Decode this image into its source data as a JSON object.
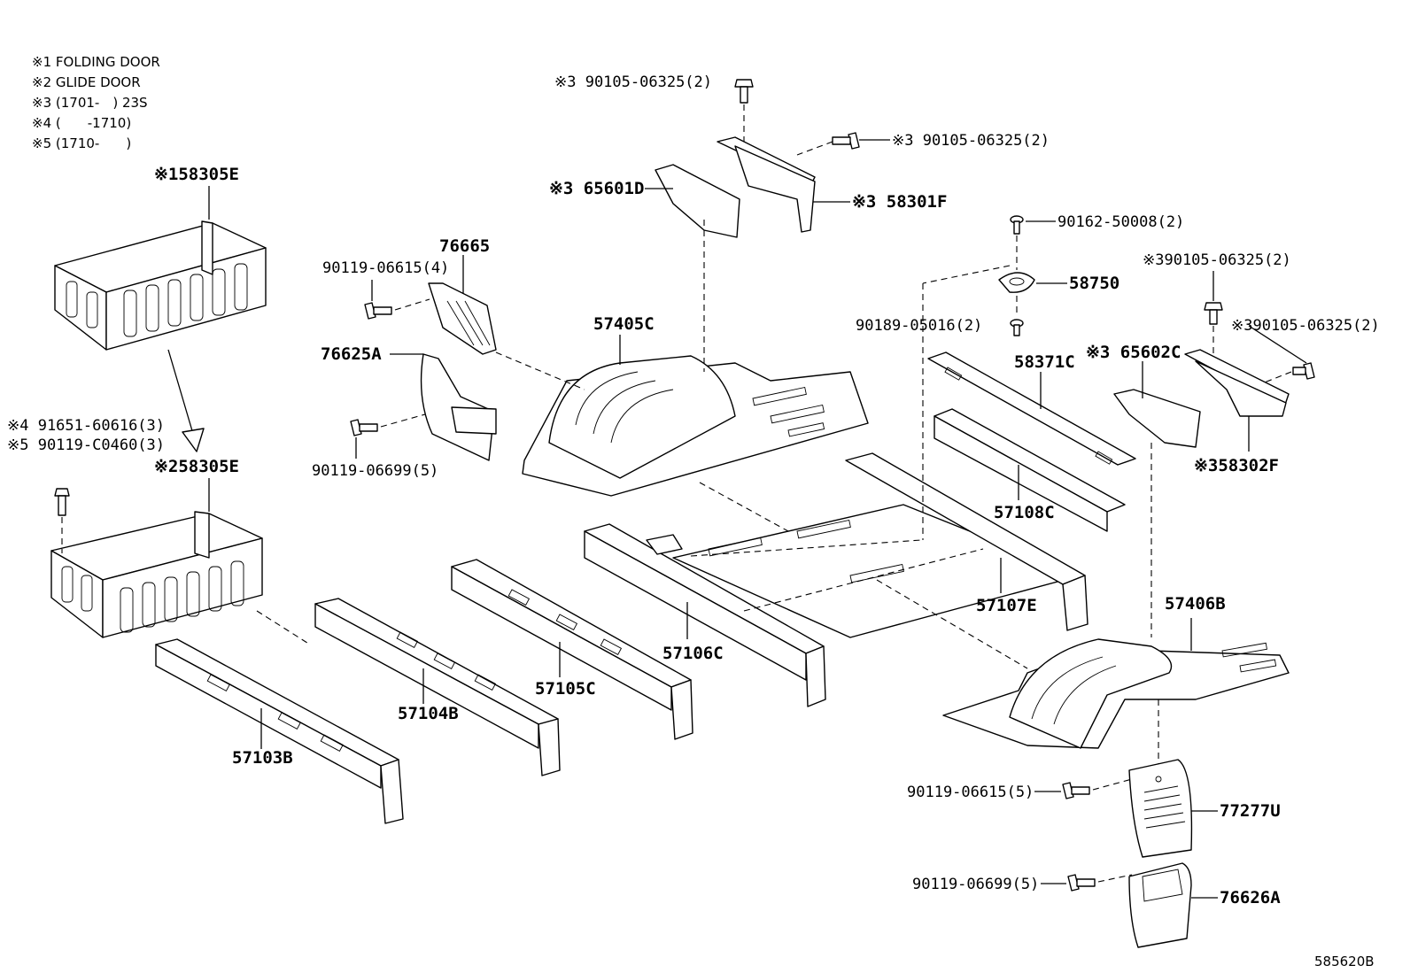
{
  "notes": [
    "※1 FOLDING DOOR",
    "※2 GLIDE DOOR",
    "※3 (1701-　) 23S",
    "※4 (　　-1710)",
    "※5 (1710-　　)"
  ],
  "labels": {
    "p58305E_1": "※158305E",
    "p58305E_2": "※258305E",
    "p91651": "※4 91651-60616(3)",
    "p90119_C0460": "※5 90119-C0460(3)",
    "p90105_top": "※3 90105-06325(2)",
    "p90105_right1": "※3 90105-06325(2)",
    "p65601D": "※3 65601D",
    "p58301F": "※3 58301F",
    "p76665": "76665",
    "p90119_06615_4": "90119-06615(4)",
    "p76625A": "76625A",
    "p90119_06699_5a": "90119-06699(5)",
    "p57405C": "57405C",
    "p90162": "90162-50008(2)",
    "p58750": "58750",
    "p90189": "90189-05016(2)",
    "p58371C": "58371C",
    "p90105_right2": "※390105-06325(2)",
    "p90105_right3": "※390105-06325(2)",
    "p65602C": "※3 65602C",
    "p58302F": "※358302F",
    "p57108C": "57108C",
    "p57107E": "57107E",
    "p57406B": "57406B",
    "p57106C": "57106C",
    "p57105C": "57105C",
    "p57104B": "57104B",
    "p57103B": "57103B",
    "p90119_06615_5": "90119-06615(5)",
    "p77277U": "77277U",
    "p90119_06699_5b": "90119-06699(5)",
    "p76626A": "76626A",
    "figure_id": "585620B"
  }
}
